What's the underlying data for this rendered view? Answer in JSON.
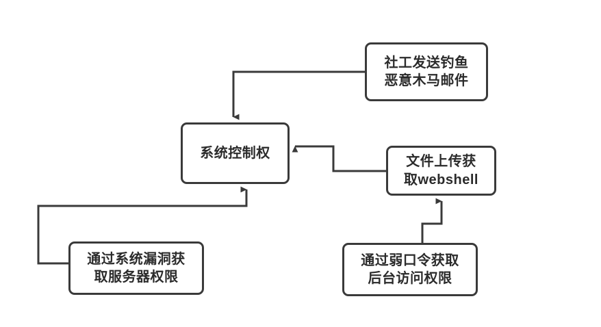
{
  "diagram": {
    "title": "",
    "type": "flowchart",
    "background_color": "#ffffff",
    "stroke_color": "#3a3a3a",
    "text_color": "#2b2b2b",
    "nodes": [
      {
        "id": "system-control",
        "label": "系统控制权",
        "role": "target"
      },
      {
        "id": "phishing-email",
        "label": "社工发送钓鱼\n恶意木马邮件",
        "role": "attack-vector"
      },
      {
        "id": "webshell-upload",
        "label": "文件上传获\n取webshell",
        "role": "attack-vector"
      },
      {
        "id": "system-vuln",
        "label": "通过系统漏洞获\n取服务器权限",
        "role": "attack-vector"
      },
      {
        "id": "weak-password",
        "label": "通过弱口令获取\n后台访问权限",
        "role": "attack-vector"
      }
    ],
    "edges": [
      {
        "from": "phishing-email",
        "to": "system-control",
        "arrow": "down"
      },
      {
        "from": "webshell-upload",
        "to": "system-control",
        "arrow": "left"
      },
      {
        "from": "system-vuln",
        "to": "system-control",
        "arrow": "up"
      },
      {
        "from": "weak-password",
        "to": "webshell-upload",
        "arrow": "up"
      }
    ]
  }
}
